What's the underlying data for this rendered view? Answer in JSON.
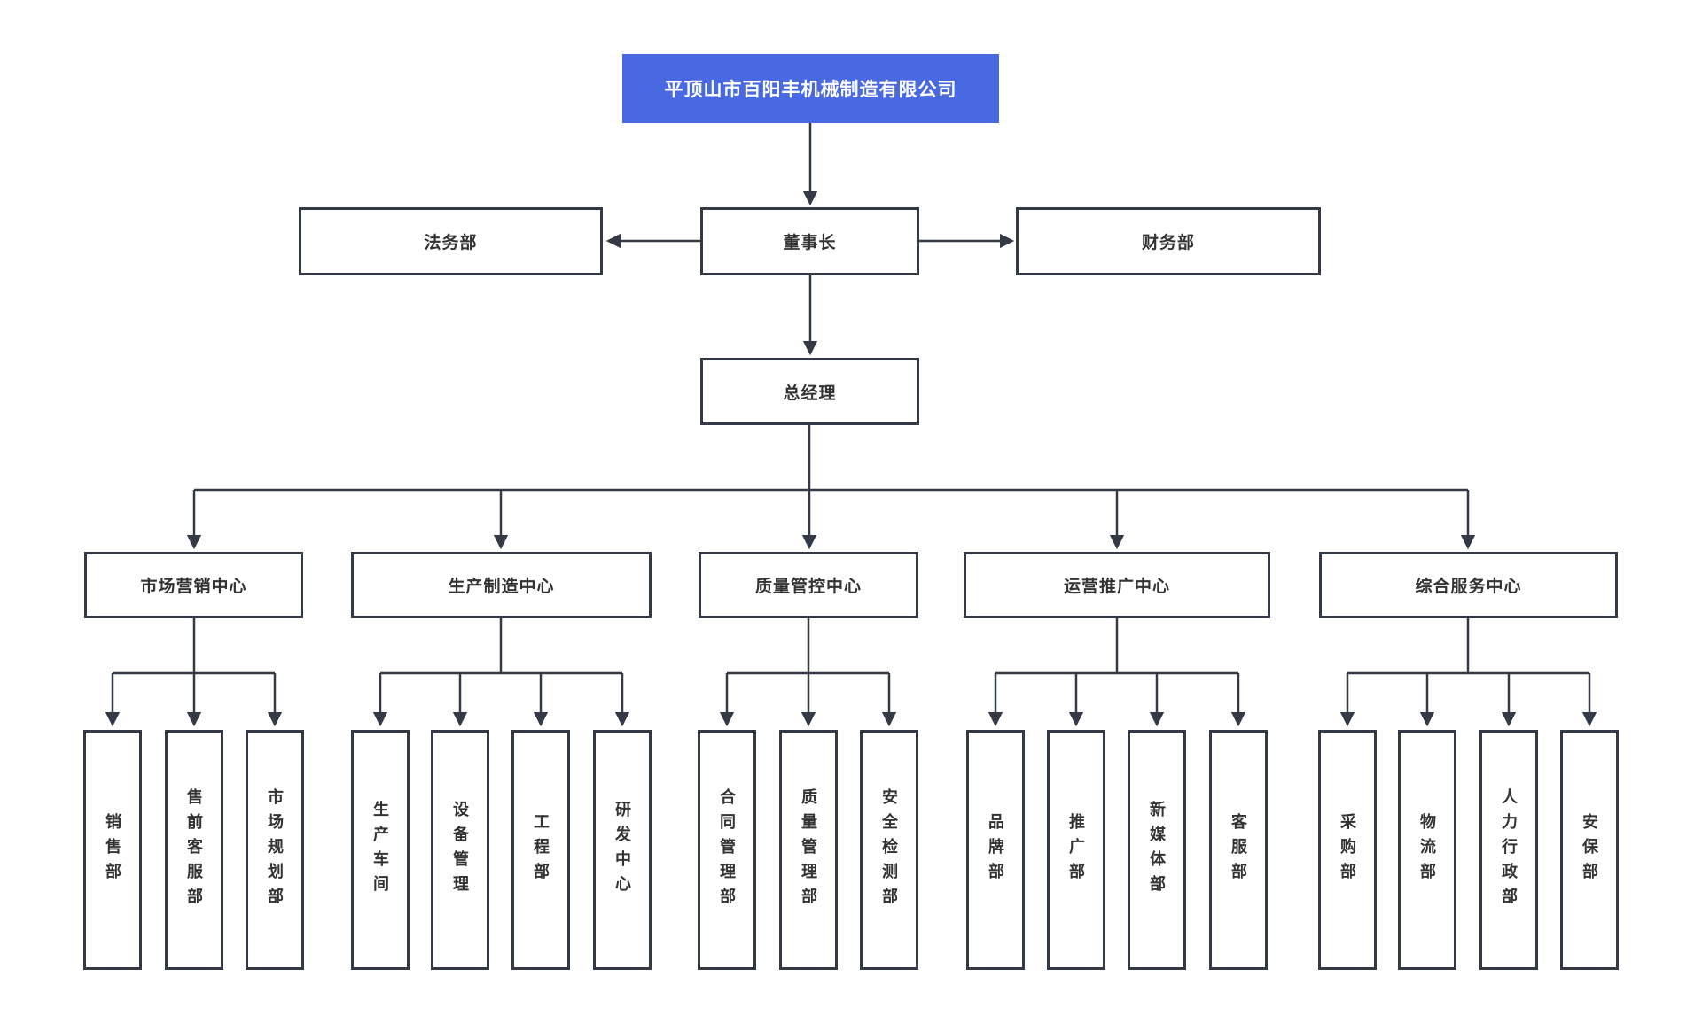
{
  "company": {
    "name": "平顶山市百阳丰机械制造有限公司"
  },
  "executives": {
    "chairman": "董事长",
    "general_manager": "总经理",
    "legal_dept": "法务部",
    "finance_dept": "财务部"
  },
  "centers": [
    {
      "label": "市场营销中心",
      "departments": [
        "销售部",
        "售前客服部",
        "市场规划部"
      ]
    },
    {
      "label": "生产制造中心",
      "departments": [
        "生产车间",
        "设备管理",
        "工程部",
        "研发中心"
      ]
    },
    {
      "label": "质量管控中心",
      "departments": [
        "合同管理部",
        "质量管理部",
        "安全检测部"
      ]
    },
    {
      "label": "运营推广中心",
      "departments": [
        "品牌部",
        "推广部",
        "新媒体部",
        "客服部"
      ]
    },
    {
      "label": "综合服务中心",
      "departments": [
        "采购部",
        "物流部",
        "人力行政部",
        "安保部"
      ]
    }
  ],
  "colors": {
    "root_bg": "#4869e2",
    "root_text": "#ffffff",
    "line": "#333a45",
    "box_text": "#333333",
    "background": "#ffffff"
  }
}
